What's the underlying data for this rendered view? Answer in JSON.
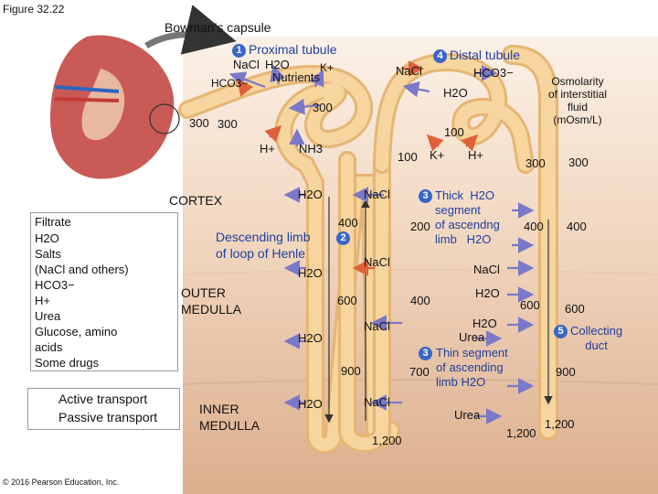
{
  "figure_label": "Figure 32.22",
  "bowmans_capsule": "Bowman’s capsule",
  "copyright": "© 2016 Pearson Education, Inc.",
  "regions": {
    "cortex": "CORTEX",
    "outer_medulla": "OUTER\nMEDULLA",
    "inner_medulla": "INNER\nMEDULLA"
  },
  "filtrate": {
    "title": "Filtrate",
    "items": [
      "H2O",
      "Salts",
      "(NaCl and others)",
      "HCO3−",
      "H+",
      "Urea",
      "Glucose, amino",
      "acids",
      "Some drugs"
    ]
  },
  "legend": {
    "active": "Active transport",
    "passive": "Passive transport",
    "active_color": "#e0603a",
    "passive_color": "#7a78c9"
  },
  "segments": {
    "s1": {
      "num": "1",
      "label": "Proximal tubule"
    },
    "s2": {
      "num": "2",
      "label": "Descending limb\nof loop of Henle"
    },
    "s3a": {
      "num": "3",
      "label": "Thick  H2O\nsegment\nof ascendng\nlimb   H2O"
    },
    "s3b": {
      "num": "3",
      "label": "Thin segment\nof ascending\nlimb H2O"
    },
    "s4": {
      "num": "4",
      "label": "Distal tubule"
    },
    "s5": {
      "num": "5",
      "label": "Collecting\nduct"
    }
  },
  "osmolarity_title": "Osmolarity\nof interstitial\nfluid\n(mOsm/L)",
  "osmolarity_values": [
    "300",
    "400",
    "600",
    "900",
    "1,200"
  ],
  "substances": {
    "nacl": "NaCl",
    "h2o": "H2O",
    "kplus": "K+",
    "nutrients": "Nutrients",
    "hco3": "HCO3−",
    "hplus": "H+",
    "nh3": "NH3",
    "urea": "Urea"
  },
  "tubule_values": {
    "v300a": "300",
    "v300b": "300",
    "v300c": "300",
    "v400": "400",
    "v600": "600",
    "v900": "900",
    "v1200": "1,200",
    "v100a": "100",
    "v100b": "100",
    "v200": "200",
    "v400b": "400",
    "v700": "700",
    "v300d": "300",
    "v400c": "400",
    "v600b": "600",
    "v1200b": "1,200"
  },
  "colors": {
    "background_gradient_top": "#f7e6d6",
    "background_gradient_bottom": "#ddb08f",
    "tubule": "#f3c98a"
  }
}
